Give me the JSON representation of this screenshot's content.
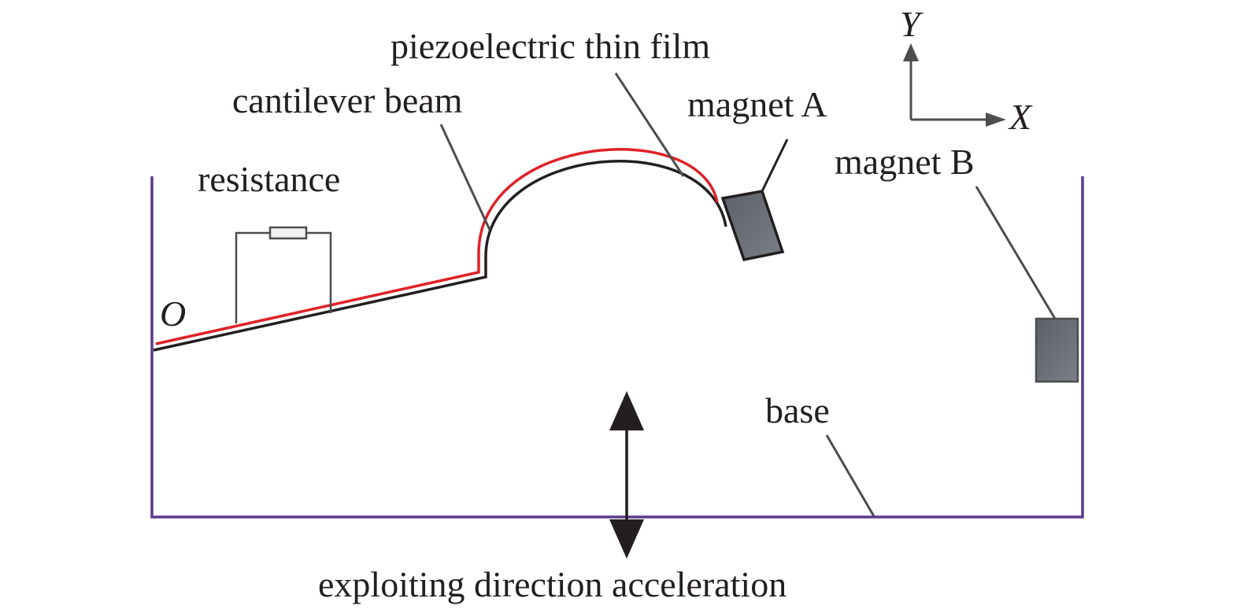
{
  "labels": {
    "piezo_film": "piezoelectric thin film",
    "cantilever": "cantilever beam",
    "magnet_a": "magnet A",
    "magnet_b": "magnet B",
    "resistance": "resistance",
    "base": "base",
    "origin": "O",
    "axis_x": "X",
    "axis_y": "Y",
    "caption": "exploiting direction acceleration"
  },
  "colors": {
    "base_frame": "#5b3a8c",
    "film": "#e02127",
    "beam": "#231f20",
    "magnet_fill": "#666a73",
    "leader": "#4d4d4d"
  }
}
